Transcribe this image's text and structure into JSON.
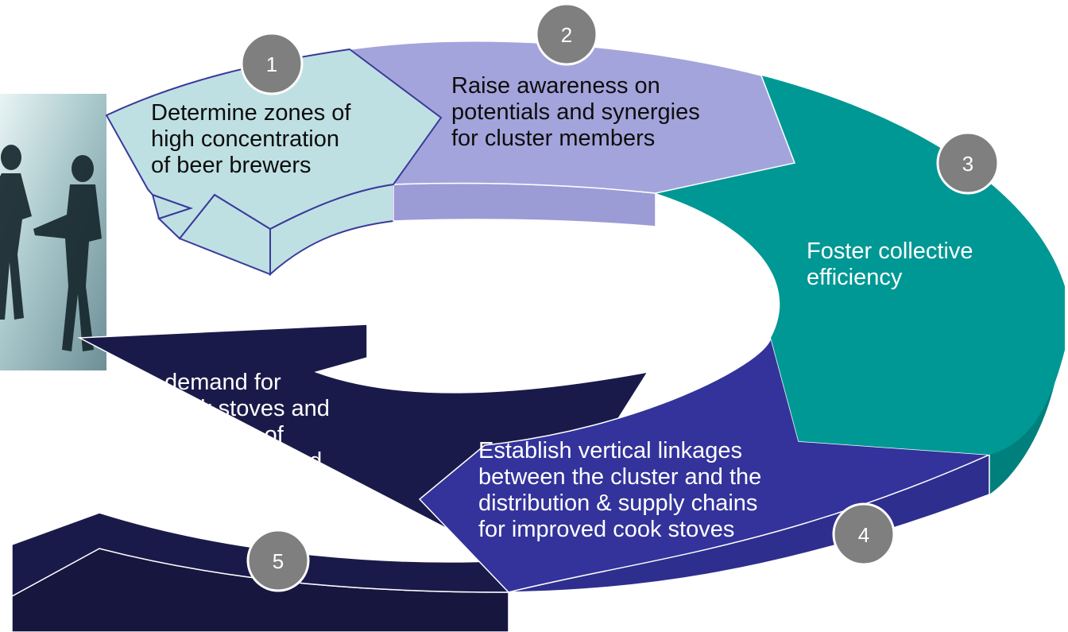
{
  "colors": {
    "step1_top": "#bfe0e3",
    "step1_side": "#b3d6da",
    "step2_top": "#a4a4dc",
    "step2_side": "#9b9bd6",
    "step3_top": "#009894",
    "step3_side": "#00807c",
    "step4_top": "#33339b",
    "step4_side": "#2e2e8f",
    "step5_top": "#1a1a4a",
    "step5_side": "#16163f",
    "badge": "#7f7f7f",
    "outline_light": "#3a3a9a",
    "outline_dark": "#ffffff"
  },
  "steps": [
    {
      "number": "1",
      "text": "Determine zones of\nhigh concentration\nof beer brewers"
    },
    {
      "number": "2",
      "text": "Raise awareness on\npotentials and synergies\nfor cluster members"
    },
    {
      "number": "3",
      "text": "Foster collective\nefficiency"
    },
    {
      "number": "4",
      "text": "Establish vertical linkages\nbetween the cluster and the\ndistribution & supply chains\nfor improved cook stoves"
    },
    {
      "number": "5",
      "text": "Generate demand for\nimproved cook stoves and\nimprove livelihoods of\nwomen beer brewers and\ntheir families"
    }
  ],
  "photo": {
    "icon": "people-holding-hands-icon"
  }
}
